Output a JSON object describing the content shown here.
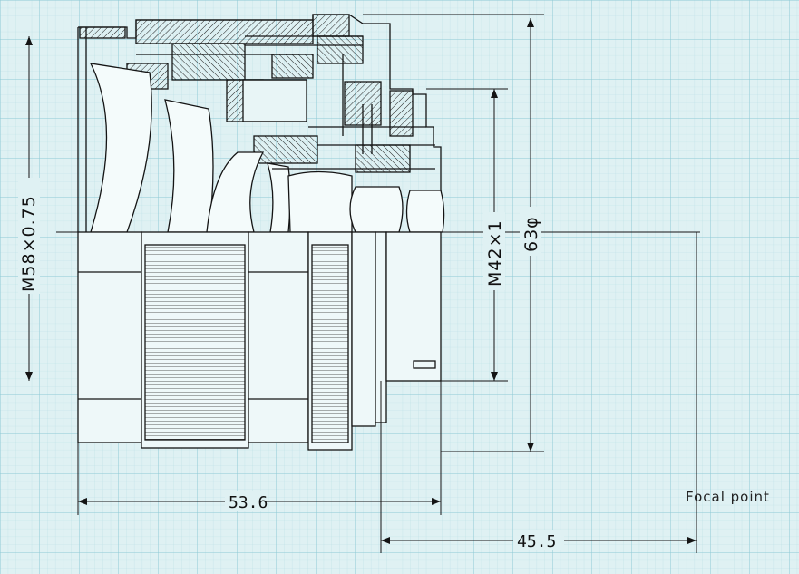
{
  "labels": {
    "mount_front": "M58×0.75",
    "mount_rear": "M42×1",
    "outer_diameter": "63φ",
    "length": "53.6",
    "flange_distance": "45.5",
    "focal_point": "Focal point"
  },
  "colors": {
    "paper": "#dff1f3",
    "grid_minor": "#b9dfe6",
    "grid_major": "#8ec9d5",
    "ink": "#141414"
  }
}
